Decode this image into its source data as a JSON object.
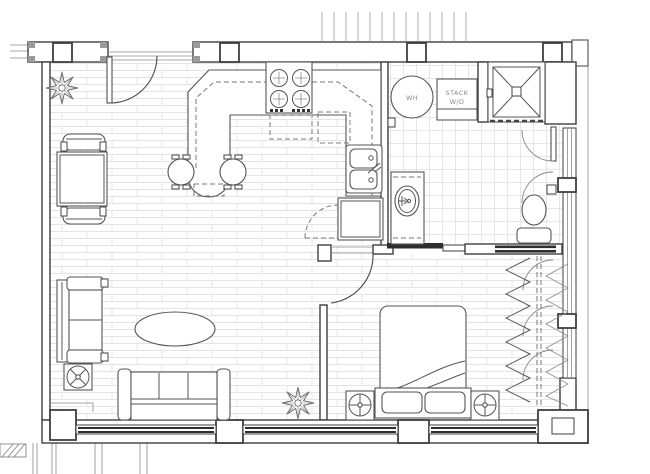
{
  "document": {
    "type": "architectural-floor-plan",
    "unit": "studio-one-bedroom-apartment"
  },
  "labels": {
    "water_heater": "WH",
    "washer_dryer_line1": "STACK",
    "washer_dryer_line2": "W/D"
  },
  "colors": {
    "background": "#ffffff",
    "wall": "#3f3f3f",
    "line": "#555555",
    "light_line": "#8a8a8a",
    "floor_line": "#e4e4e4",
    "tile_line": "#e6e6e6",
    "dark_fill": "#2e2e2e",
    "hatch": "#999999",
    "label_text": "#8a8a8a"
  },
  "fixtures": [
    "entry-door",
    "sidelight-window",
    "dining-table",
    "dining-chairs",
    "plant",
    "kitchen-counter",
    "range",
    "upper-cabinets-dashed",
    "kitchen-sink",
    "refrigerator",
    "bar-stools",
    "water-heater",
    "stacked-washer-dryer",
    "shower",
    "bathroom-vanity-sink",
    "toilet",
    "pocket-door",
    "bedroom-door",
    "bed",
    "pillows",
    "nightstand-lamps",
    "closet-hangers",
    "casement-windows",
    "loveseat",
    "sofa",
    "coffee-table",
    "side-table",
    "windows"
  ]
}
